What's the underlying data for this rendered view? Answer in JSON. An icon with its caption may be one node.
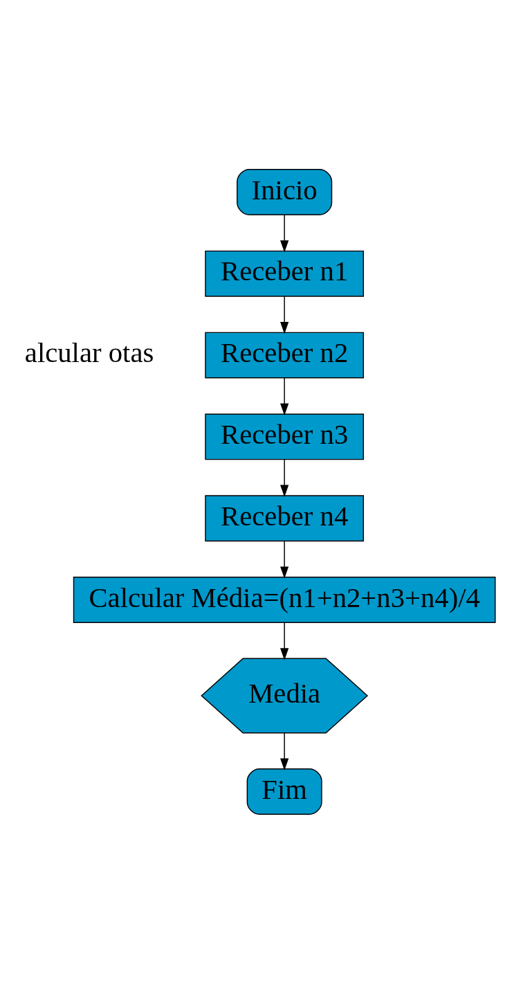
{
  "diagram": {
    "nodes": [
      {
        "text": [
          "Inicio"
        ]
      },
      {
        "text": [
          "Receber n1"
        ]
      },
      {
        "text": [
          "Receber n2"
        ]
      },
      {
        "text": [
          "Receber n3"
        ]
      },
      {
        "text": [
          "Receber n4"
        ]
      },
      {
        "text": [
          "Calcular Média=(n1+n2+n3+n4)/4"
        ]
      },
      {
        "text": [
          "Media"
        ]
      },
      {
        "text": [
          "Fim"
        ]
      }
    ],
    "edges": [
      {
        "from": 0,
        "to": 1,
        "arrow": "to"
      },
      {
        "from": 1,
        "to": 2,
        "arrow": "to"
      },
      {
        "from": 2,
        "to": 3,
        "arrow": "to"
      },
      {
        "from": 3,
        "to": 4,
        "arrow": "to"
      },
      {
        "from": 4,
        "to": 5,
        "arrow": "to"
      },
      {
        "from": 5,
        "to": 6,
        "arrow": "to"
      },
      {
        "from": 6,
        "to": 7,
        "arrow": "to"
      }
    ],
    "labels": [
      "alcular otas"
    ]
  }
}
